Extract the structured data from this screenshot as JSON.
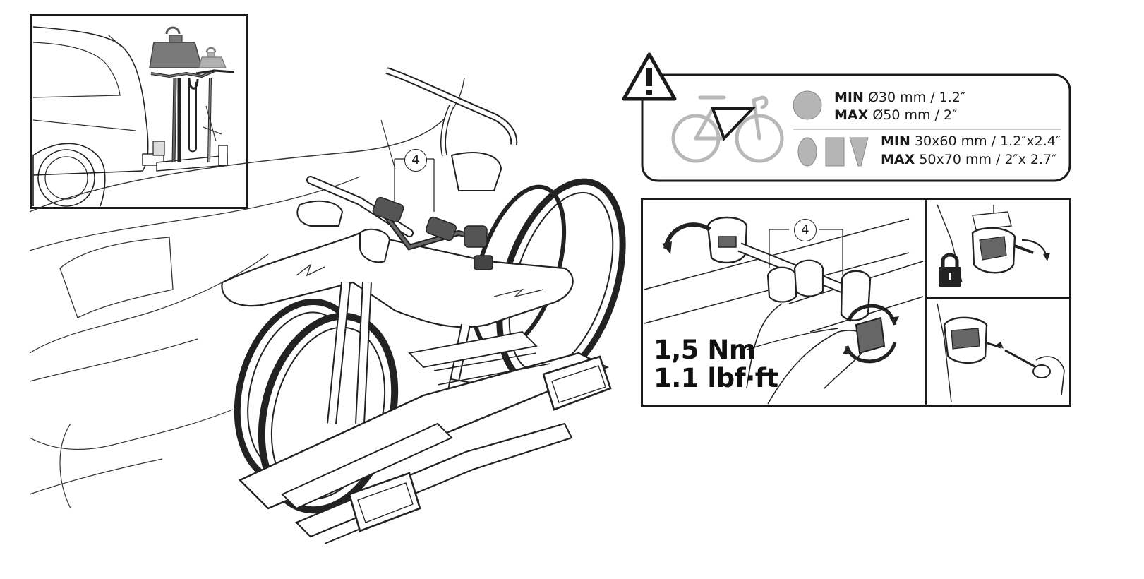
{
  "callouts": {
    "main_rack": "4",
    "clamp_detail": "4"
  },
  "frame_specs": {
    "round": {
      "min_label": "MIN",
      "min_value": "Ø30 mm / 1.2″",
      "max_label": "MAX",
      "max_value": "Ø50 mm / 2″"
    },
    "profile": {
      "min_label": "MIN",
      "min_value": "30x60 mm / 1.2″x2.4″",
      "max_label": "MAX",
      "max_value": "50x70 mm / 2″x 2.7″"
    }
  },
  "torque": {
    "metric": "1,5 Nm",
    "imperial": "1.1 lbf·ft"
  },
  "icons": {
    "warning": "warning-triangle-icon",
    "lock": "padlock-icon",
    "weight_heavy": "weight-icon",
    "weight_light": "weight-icon"
  },
  "colors": {
    "stroke": "#1a1a1a",
    "weight_dark": "#7a7a7a",
    "weight_light": "#b0b0b0",
    "bike_highlight": "#b8b8b8",
    "frame_shape_fill": "#b5b5b5"
  }
}
